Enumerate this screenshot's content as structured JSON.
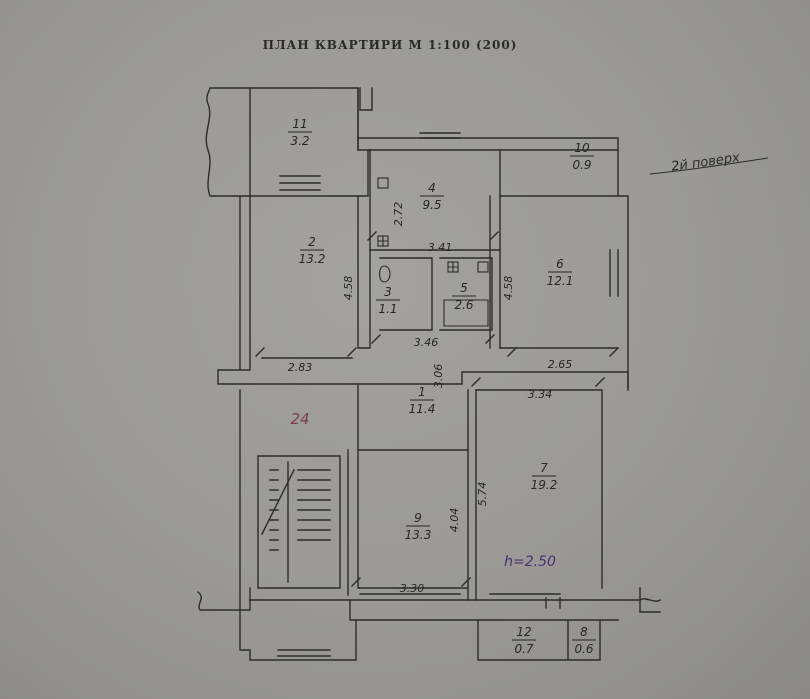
{
  "title": "ПЛАН КВАРТИРИ М 1:100 (200)",
  "note": "2й поверх",
  "marks": {
    "floor_height": "h=2.50",
    "flat_number": "24"
  },
  "rooms": [
    {
      "number": "11",
      "area": "3.2"
    },
    {
      "number": "10",
      "area": "0.9"
    },
    {
      "number": "4",
      "area": "9.5"
    },
    {
      "number": "2",
      "area": "13.2"
    },
    {
      "number": "3",
      "area": "1.1"
    },
    {
      "number": "5",
      "area": "2.6"
    },
    {
      "number": "6",
      "area": "12.1"
    },
    {
      "number": "1",
      "area": "11.4"
    },
    {
      "number": "7",
      "area": "19.2"
    },
    {
      "number": "9",
      "area": "13.3"
    },
    {
      "number": "12",
      "area": "0.7"
    },
    {
      "number": "8",
      "area": "0.6"
    }
  ],
  "dimensions": {
    "kitchen_depth": "2.72",
    "kitchen_width": "3.41",
    "room2_depth": "4.58",
    "room2_width": "2.83",
    "room6_depth": "4.58",
    "room6_width": "2.65",
    "corridor_width": "3.46",
    "corridor_depth": "3.06",
    "room7_width": "3.34",
    "room7_depth": "5.74",
    "room9_depth": "4.04",
    "room9_width": "3.30"
  }
}
